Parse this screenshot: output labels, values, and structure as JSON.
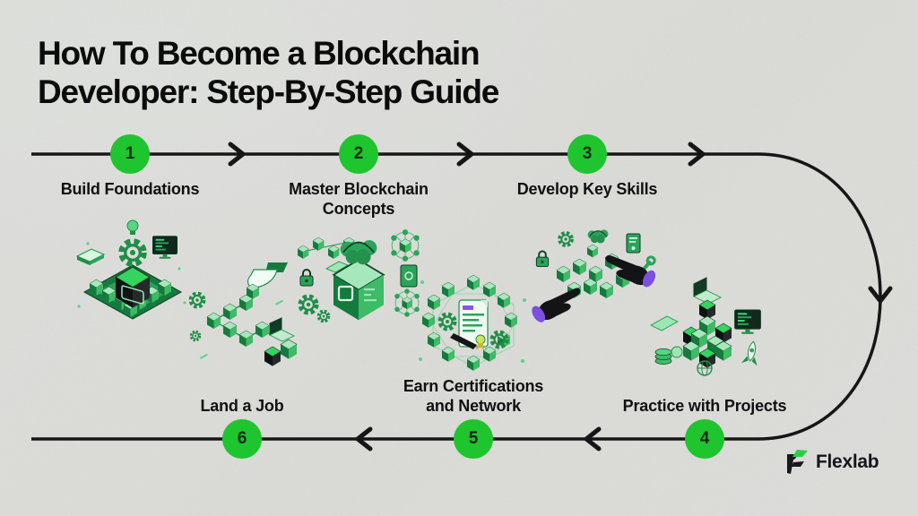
{
  "title": {
    "line1": "How To Become a Blockchain",
    "line2": "Developer: Step-By-Step Guide"
  },
  "steps": [
    {
      "number": "1",
      "label": "Build Foundations",
      "illustration": "foundations-learning-platform-icon"
    },
    {
      "number": "2",
      "label": "Master Blockchain\nConcepts",
      "illustration": "blockchain-brain-cube-icon"
    },
    {
      "number": "3",
      "label": "Develop Key Skills",
      "illustration": "hands-assembling-blocks-icon"
    },
    {
      "number": "4",
      "label": "Practice with Projects",
      "illustration": "project-cube-tower-icon"
    },
    {
      "number": "5",
      "label": "Earn Certifications\nand Network",
      "illustration": "certificate-network-icon"
    },
    {
      "number": "6",
      "label": "Land a Job",
      "illustration": "career-path-to-laptop-icon"
    }
  ],
  "flow": {
    "top_row_direction": "left-to-right",
    "bottom_row_direction": "right-to-left",
    "arrowheads": [
      "right-arrowhead-icon",
      "right-arrowhead-icon",
      "right-arrowhead-icon",
      "down-arrowhead-icon",
      "left-arrowhead-icon",
      "left-arrowhead-icon"
    ]
  },
  "brand": {
    "name": "Flexlab",
    "logo_icon": "flexlab-bolt-icon"
  },
  "colors": {
    "step_badge_green": "#1ec52e",
    "flow_line_black": "#161616",
    "background": "#f4f4f1",
    "illustration_green_dark": "#157a3e",
    "illustration_green_mid": "#3dbb67",
    "illustration_green_light": "#a6e8bb",
    "hand_black": "#141416",
    "cuff_purple": "#7b4fe0"
  }
}
